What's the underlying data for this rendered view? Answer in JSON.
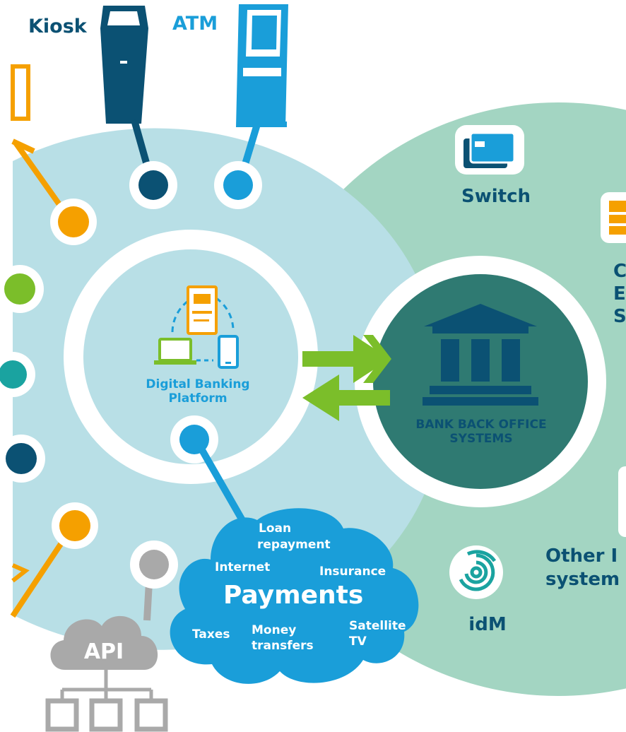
{
  "channels": {
    "kiosk": "Kiosk",
    "atm": "ATM"
  },
  "platform": {
    "line1": "Digital Banking",
    "line2": "Platform"
  },
  "bank": {
    "line1": "BANK BACK OFFICE",
    "line2": "SYSTEMS"
  },
  "right_panel": {
    "switch": "Switch",
    "other_line1": "Other I",
    "other_line2": "system",
    "idm": "idM",
    "partial_line1": "C",
    "partial_line2": "E",
    "partial_line3": "S"
  },
  "services": {
    "loan_line1": "Loan",
    "loan_line2": "repayment",
    "internet": "Internet",
    "insurance": "Insurance",
    "payments": "Payments",
    "taxes": "Taxes",
    "money_line1": "Money",
    "money_line2": "transfers",
    "satellite_line1": "Satellite",
    "satellite_line2": "TV"
  },
  "api": {
    "label": "API"
  },
  "colors": {
    "light_blue_ring": "#b8dfe6",
    "green_panel": "#a3d5c2",
    "dark_teal": "#2f7a72",
    "navy": "#0b5173",
    "sky_blue": "#1a9ed9",
    "orange": "#f5a000",
    "lime": "#7bbe2a",
    "grey": "#a9a9a9",
    "teal": "#1aa3a0"
  },
  "icons": {
    "kiosk": "kiosk-icon",
    "atm": "atm-icon",
    "bank": "bank-building-icon",
    "switch": "card-switch-icon",
    "idm": "fingerprint-icon",
    "api": "api-cloud-network-icon",
    "arrows": "bidirectional-arrows-icon",
    "devices": "devices-icon"
  }
}
